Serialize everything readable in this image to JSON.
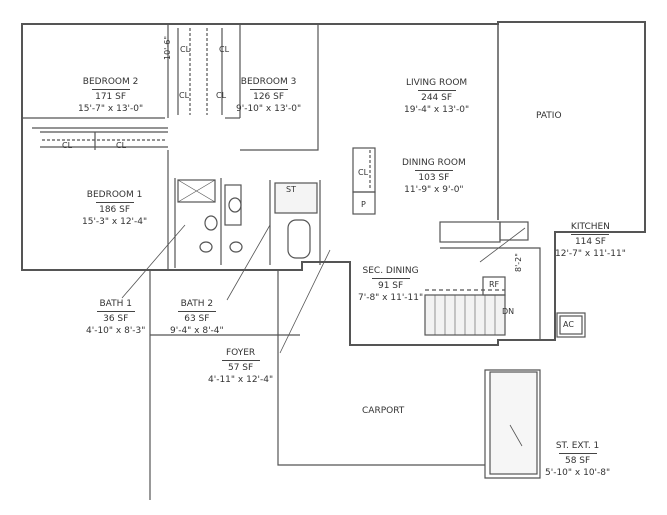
{
  "rooms": [
    {
      "id": "bedroom2",
      "name": "BEDROOM 2",
      "sf": "171 SF",
      "dims": "15'-7\" x 13'-0\""
    },
    {
      "id": "bedroom3",
      "name": "BEDROOM 3",
      "sf": "126 SF",
      "dims": "9'-10\" x 13'-0\""
    },
    {
      "id": "living",
      "name": "LIVING ROOM",
      "sf": "244 SF",
      "dims": "19'-4\" x 13'-0\""
    },
    {
      "id": "dining",
      "name": "DINING ROOM",
      "sf": "103 SF",
      "dims": "11'-9\" x 9'-0\""
    },
    {
      "id": "bedroom1",
      "name": "BEDROOM 1",
      "sf": "186 SF",
      "dims": "15'-3\" x 12'-4\""
    },
    {
      "id": "kitchen",
      "name": "KITCHEN",
      "sf": "114 SF",
      "dims": "12'-7\" x 11'-11\""
    },
    {
      "id": "secdining",
      "name": "SEC. DINING",
      "sf": "91 SF",
      "dims": "7'-8\" x 11'-11\""
    },
    {
      "id": "bath1",
      "name": "BATH 1",
      "sf": "36 SF",
      "dims": "4'-10\" x 8'-3\""
    },
    {
      "id": "bath2",
      "name": "BATH 2",
      "sf": "63 SF",
      "dims": "9'-4\" x 8'-4\""
    },
    {
      "id": "foyer",
      "name": "FOYER",
      "sf": "57 SF",
      "dims": "4'-11\" x 12'-4\""
    },
    {
      "id": "stext1",
      "name": "ST. EXT. 1",
      "sf": "58 SF",
      "dims": "5'-10\" x 10'-8\""
    }
  ],
  "areas": {
    "patio": "PATIO",
    "carport": "CARPORT"
  },
  "tags": {
    "closet": "CL",
    "pantry": "P",
    "storage": "ST",
    "refrigerator": "RF",
    "down": "DN",
    "ac": "AC"
  },
  "dimensions": {
    "hall_width": "10'-6\"",
    "kitchen_depth": "8'-2\""
  }
}
